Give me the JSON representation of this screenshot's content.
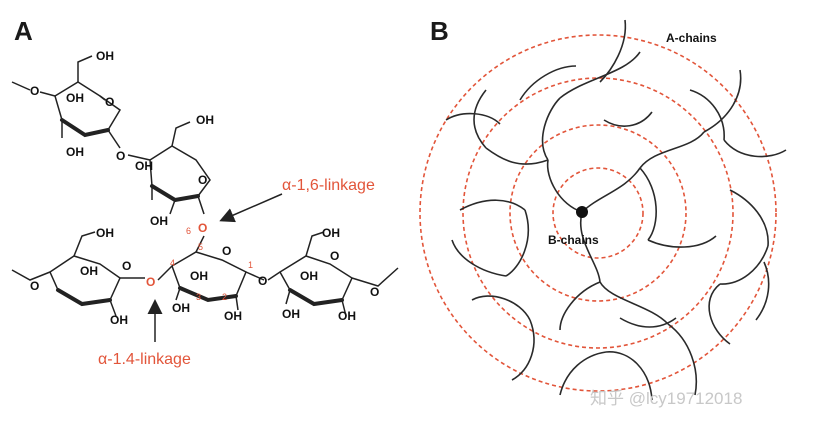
{
  "panel_a": {
    "letter": "A",
    "linkage_16": "α-1,6-linkage",
    "linkage_14": "α-1.4-linkage",
    "oh": "OH",
    "o": "O",
    "methoxy_o": "O",
    "numbers": [
      "6",
      "5",
      "4",
      "3",
      "2",
      "1"
    ]
  },
  "panel_b": {
    "letter": "B",
    "a_chains": "A-chains",
    "b_chains": "B-chains"
  },
  "watermark": "知乎 @lcy19712018",
  "colors": {
    "accent_red": "#e2553a",
    "ink": "#222222"
  }
}
